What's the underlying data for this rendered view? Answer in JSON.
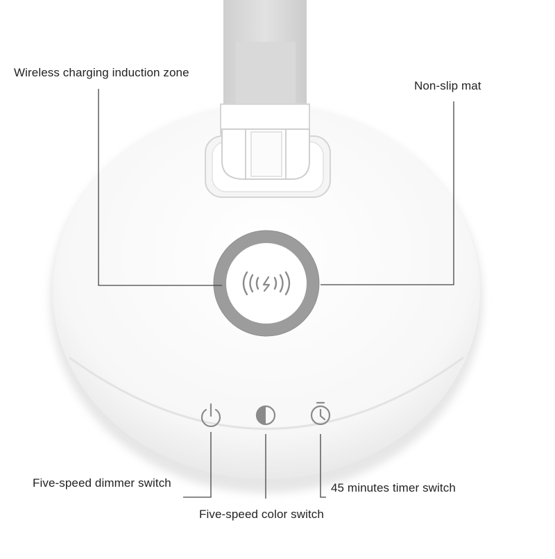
{
  "labels": {
    "wireless_charging": "Wireless charging induction zone",
    "non_slip_mat": "Non-slip mat",
    "dimmer_switch": "Five-speed dimmer switch",
    "timer_switch": "45 minutes timer switch",
    "color_switch": "Five-speed color switch"
  },
  "icons": {
    "charging": "wireless-charging-icon",
    "power": "power-icon",
    "color": "half-circle-contrast-icon",
    "timer": "stopwatch-icon"
  },
  "colors": {
    "base": "#ffffff",
    "ring": "#9a9a9a",
    "arm": "#d8d8d8",
    "icon": "#8a8a8a",
    "callout_line": "#444444"
  }
}
